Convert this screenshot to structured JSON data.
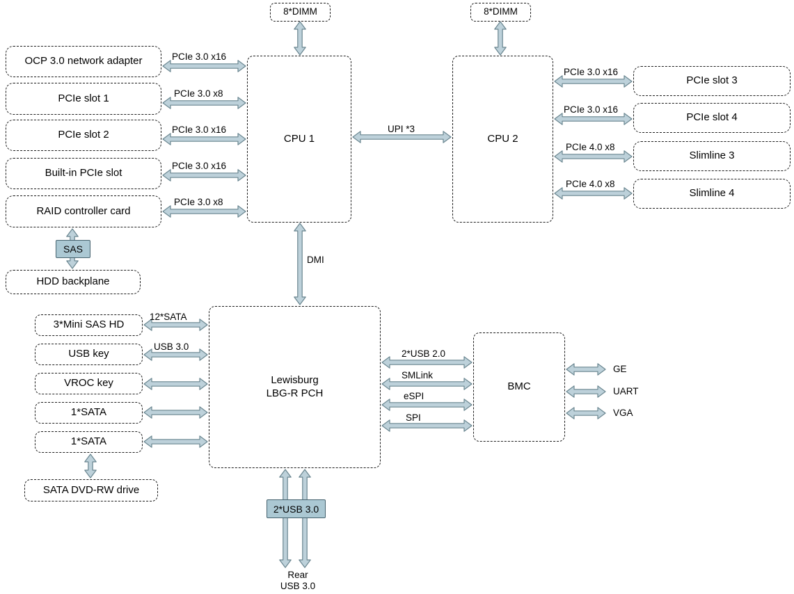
{
  "nodes": {
    "dimm_cpu1": "8*DIMM",
    "dimm_cpu2": "8*DIMM",
    "cpu1": "CPU 1",
    "cpu2": "CPU 2",
    "pch": "Lewisburg\nLBG-R PCH",
    "bmc": "BMC",
    "ocp_adapter": "OCP 3.0 network adapter",
    "pcie_slot_1": "PCIe slot 1",
    "pcie_slot_2": "PCIe slot 2",
    "builtin_pcie_slot": "Built-in PCIe slot",
    "raid_card": "RAID controller card",
    "sas": "SAS",
    "hdd_backplane": "HDD backplane",
    "pcie_slot_3": "PCIe slot 3",
    "pcie_slot_4": "PCIe slot 4",
    "slimline_3": "Slimline 3",
    "slimline_4": "Slimline 4",
    "mini_sas_hd": "3*Mini SAS HD",
    "usb_key": "USB key",
    "vroc_key": "VROC key",
    "sata_1": "1*SATA",
    "sata_2": "1*SATA",
    "sata_dvd": "SATA DVD-RW drive",
    "usb3_front": "2*USB 3.0",
    "rear_usb": "Rear\nUSB 3.0"
  },
  "links": {
    "cpu1_ocp": "PCIe 3.0 x16",
    "cpu1_slot1": "PCIe 3.0 x8",
    "cpu1_slot2": "PCIe 3.0 x16",
    "cpu1_builtin": "PCIe 3.0 x16",
    "cpu1_raid": "PCIe 3.0 x8",
    "upi": "UPI *3",
    "dmi": "DMI",
    "cpu2_slot3": "PCIe 3.0 x16",
    "cpu2_slot4": "PCIe 3.0 x16",
    "cpu2_slimline3": "PCIe 4.0 x8",
    "cpu2_slimline4": "PCIe 4.0 x8",
    "pch_minisas": "12*SATA",
    "pch_usbkey": "USB 3.0",
    "pch_bmc_usb": "2*USB 2.0",
    "pch_bmc_smlink": "SMLink",
    "pch_bmc_espi": "eSPI",
    "pch_bmc_spi": "SPI",
    "bmc_ge": "GE",
    "bmc_uart": "UART",
    "bmc_vga": "VGA"
  },
  "colors": {
    "arrow_fill": "#bdd1da",
    "arrow_stroke": "#69858f",
    "accent_fill": "#abc8d3"
  }
}
